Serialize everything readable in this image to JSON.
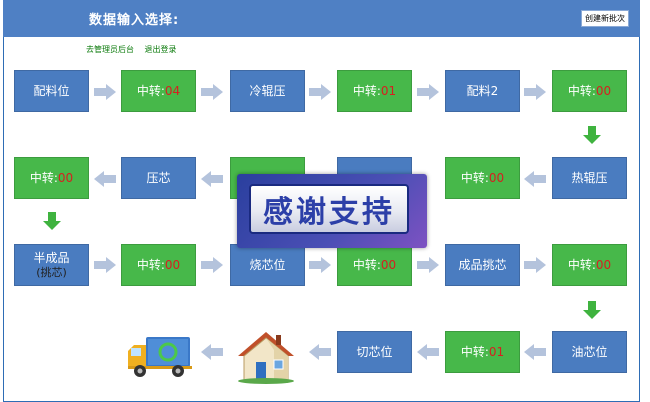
{
  "header": {
    "title": "数据输入选择:",
    "new_batch_button": "创建新批次"
  },
  "links": {
    "admin": "去管理员后台",
    "logout": "退出登录"
  },
  "flow": {
    "r1": [
      {
        "label": "配料位"
      },
      {
        "label": "中转:",
        "num": "04"
      },
      {
        "label": "冷辊压"
      },
      {
        "label": "中转:",
        "num": "01"
      },
      {
        "label": "配料2"
      },
      {
        "label": "中转:",
        "num": "00"
      }
    ],
    "r2": [
      {
        "label": "中转:",
        "num": "00"
      },
      {
        "label": "压芯"
      },
      {
        "label": "中转:",
        "num": "00"
      },
      {
        "label": "热辊压"
      }
    ],
    "r3": [
      {
        "label": "半成品",
        "sub": "(挑芯)"
      },
      {
        "label": "中转:",
        "num": "00"
      },
      {
        "label": "烧芯位"
      },
      {
        "label": "中转:",
        "num": "00"
      },
      {
        "label": "成品挑芯"
      },
      {
        "label": "中转:",
        "num": "00"
      }
    ],
    "r4": [
      {
        "label": "切芯位"
      },
      {
        "label": "中转:",
        "num": "01"
      },
      {
        "label": "油芯位"
      }
    ]
  },
  "overlay": {
    "text": "感谢支持"
  },
  "colors": {
    "header": "#4f80c4",
    "blue_box": "#4a7cc0",
    "green_box": "#47b84a",
    "arrow_light": "#b4c3dc",
    "arrow_green": "#3fb33f",
    "counter": "#d62020"
  }
}
